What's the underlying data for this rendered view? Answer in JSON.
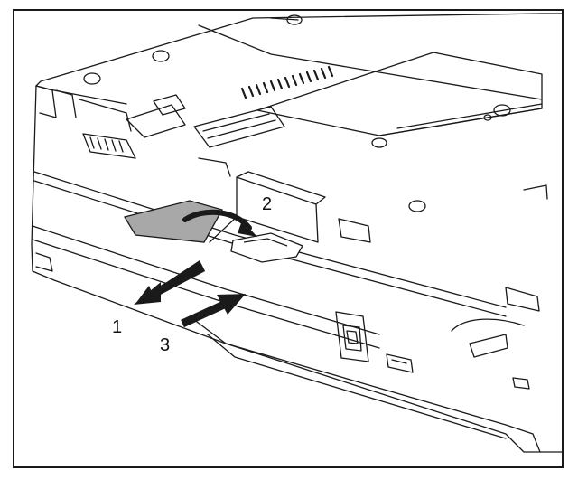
{
  "callouts": {
    "step1": "1",
    "step2": "2",
    "step3": "3"
  },
  "colors": {
    "line": "#1a1a1a",
    "card_fill": "#a8a8a8",
    "arrow_fill": "#1a1a1a",
    "background": "#ffffff"
  },
  "icons": [
    "sim-card",
    "direction-arrow",
    "curved-arrow"
  ]
}
